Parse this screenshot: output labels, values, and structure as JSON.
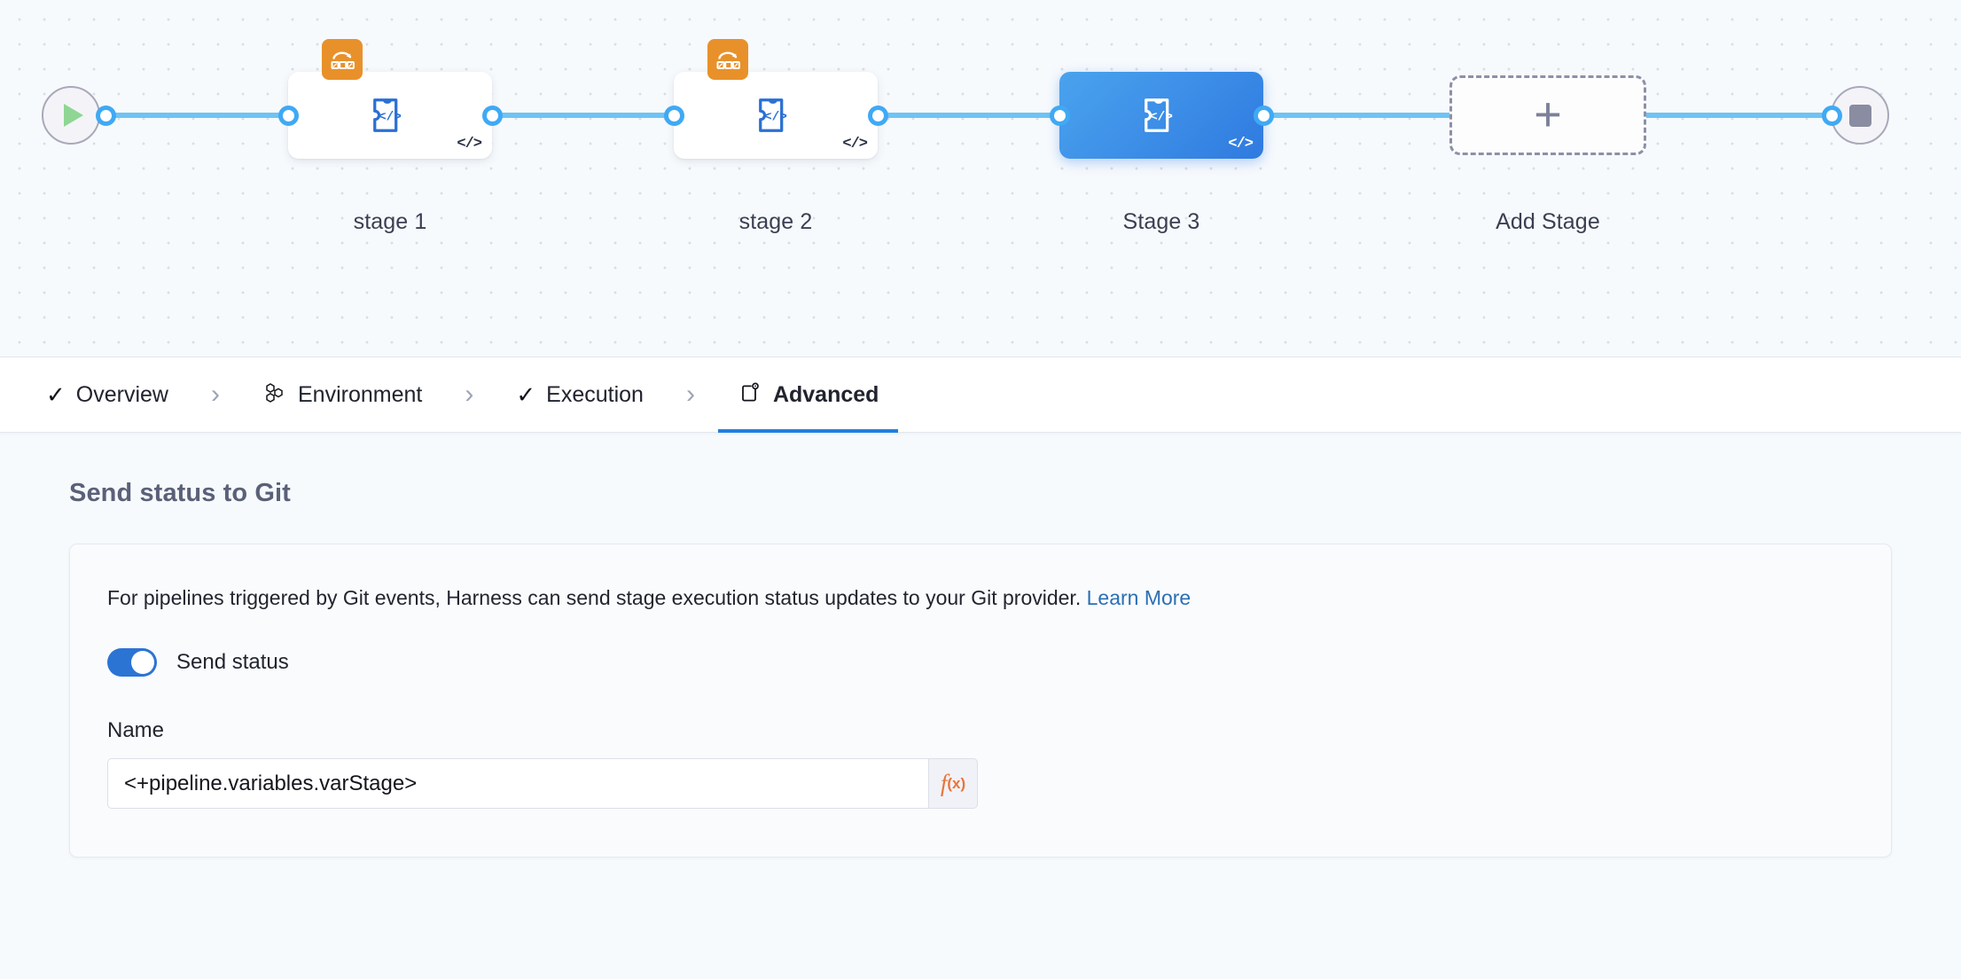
{
  "canvas": {
    "start_node": {
      "icon": "play-icon",
      "name": "pipeline-start"
    },
    "end_node": {
      "icon": "stop-icon",
      "name": "pipeline-end"
    },
    "stages": [
      {
        "label": "stage 1",
        "icon": "custom-stage-puzzle-icon",
        "code_mark": "</>",
        "has_strategy_badge": true,
        "strategy_icon": "looping-strategy-icon",
        "selected": false
      },
      {
        "label": "stage 2",
        "icon": "custom-stage-puzzle-icon",
        "code_mark": "</>",
        "has_strategy_badge": true,
        "strategy_icon": "looping-strategy-icon",
        "selected": false
      },
      {
        "label": "Stage 3",
        "icon": "custom-stage-puzzle-icon",
        "code_mark": "</>",
        "has_strategy_badge": false,
        "strategy_icon": "",
        "selected": true
      }
    ],
    "add_stage": {
      "label": "Add Stage",
      "plus": "+"
    }
  },
  "tabs": [
    {
      "label": "Overview",
      "icon": "check-icon",
      "active": false,
      "separator": "›"
    },
    {
      "label": "Environment",
      "icon": "infrastructure-icon",
      "active": false,
      "separator": "›"
    },
    {
      "label": "Execution",
      "icon": "check-icon",
      "active": false,
      "separator": "›"
    },
    {
      "label": "Advanced",
      "icon": "advanced-gear-card-icon",
      "active": true,
      "separator": ""
    }
  ],
  "main": {
    "section_title": "Send status to Git",
    "description_before_link": "For pipelines triggered by Git events, Harness can send stage execution status updates to your Git provider. ",
    "learn_more_label": "Learn More",
    "toggle": {
      "label": "Send status",
      "on": true
    },
    "name_field": {
      "label": "Name",
      "value": "<+pipeline.variables.varStage>",
      "placeholder": "",
      "expression_button": "f",
      "expression_button_sub": "(x)"
    }
  },
  "colors": {
    "accent_blue": "#2b74d4",
    "rail_blue": "#6ec4f3",
    "port_blue": "#40a9f4",
    "strategy_orange": "#e8912b",
    "fx_orange": "#e8743a",
    "link_blue": "#2a6fb5",
    "start_green": "#8fd694",
    "terminal_gray": "#8a8ca1",
    "canvas_bg": "#f7fafd",
    "content_bg": "#f6fafc"
  }
}
